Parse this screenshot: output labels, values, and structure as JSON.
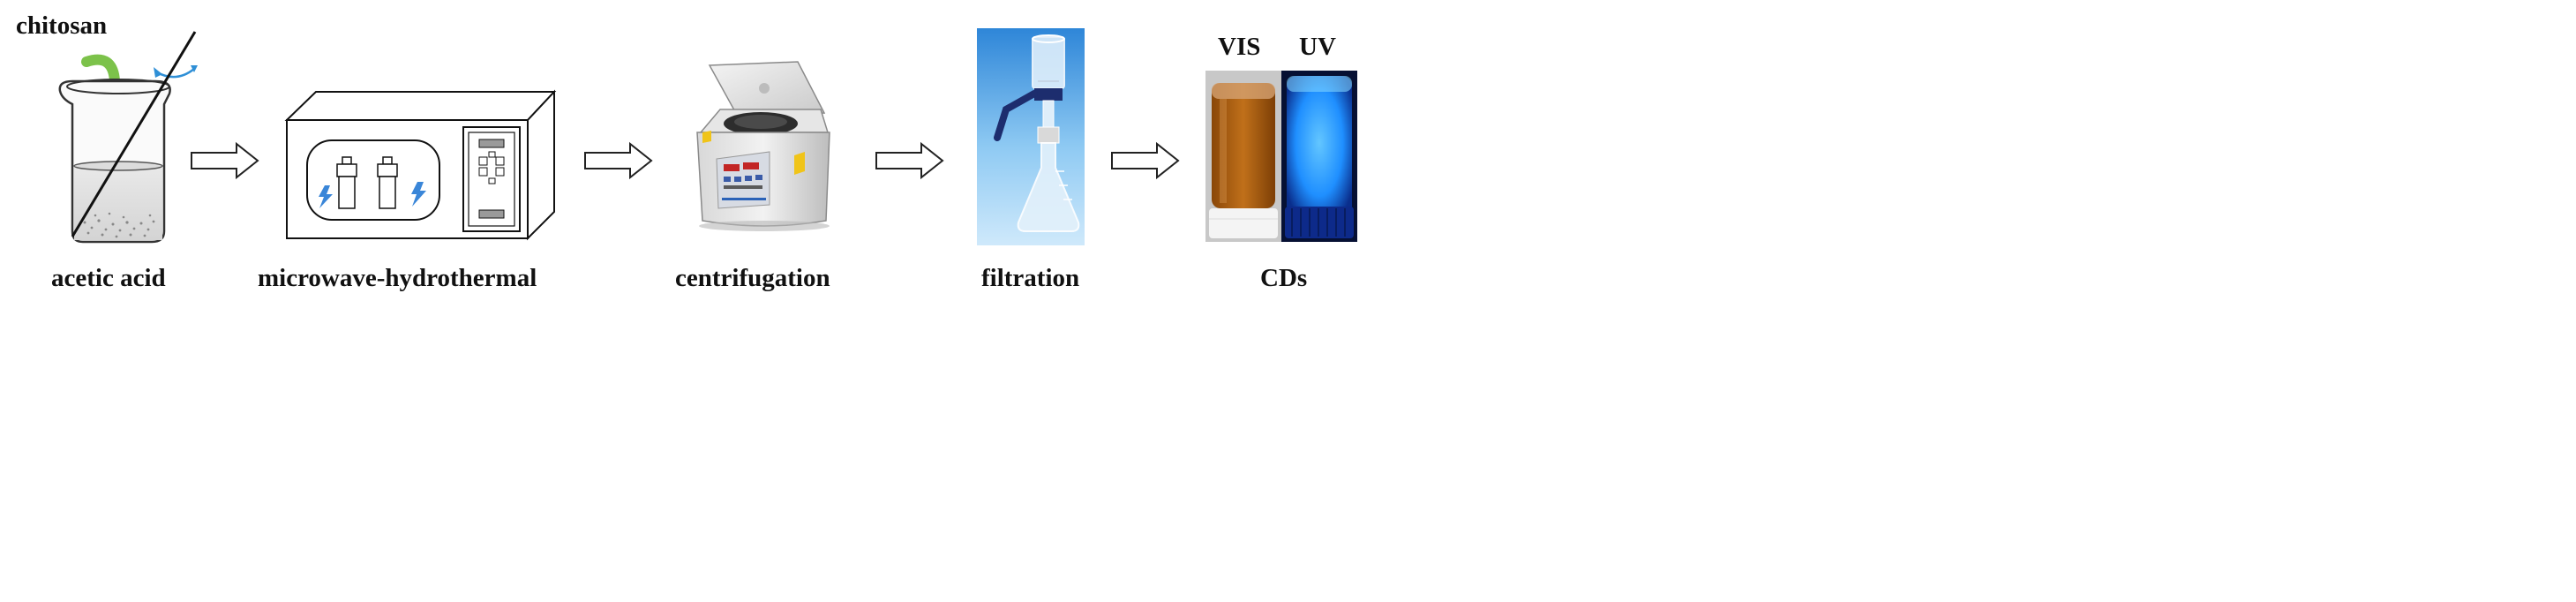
{
  "labels": {
    "chitosan": "chitosan",
    "acetic_acid": "acetic acid",
    "microwave": "microwave-hydrothermal",
    "centrifugation": "centrifugation",
    "filtration": "filtration",
    "cds": "CDs",
    "vis": "VIS",
    "uv": "UV"
  },
  "colors": {
    "chitosan_arrow": "#7cc24a",
    "stir_arrow": "#2f8fd6",
    "lightning": "#3a86d8",
    "vis_liquid": "#b5620f",
    "uv_glow": "#1f9bff",
    "filtration_bg": "#4aa6e8"
  },
  "icons": [
    "down-curve-arrow-icon",
    "rotate-arrow-icon",
    "beaker-icon",
    "microwave-oven-icon",
    "lightning-icon",
    "centrifuge-icon",
    "filtration-apparatus-icon",
    "vial-icon",
    "right-arrow-icon"
  ]
}
